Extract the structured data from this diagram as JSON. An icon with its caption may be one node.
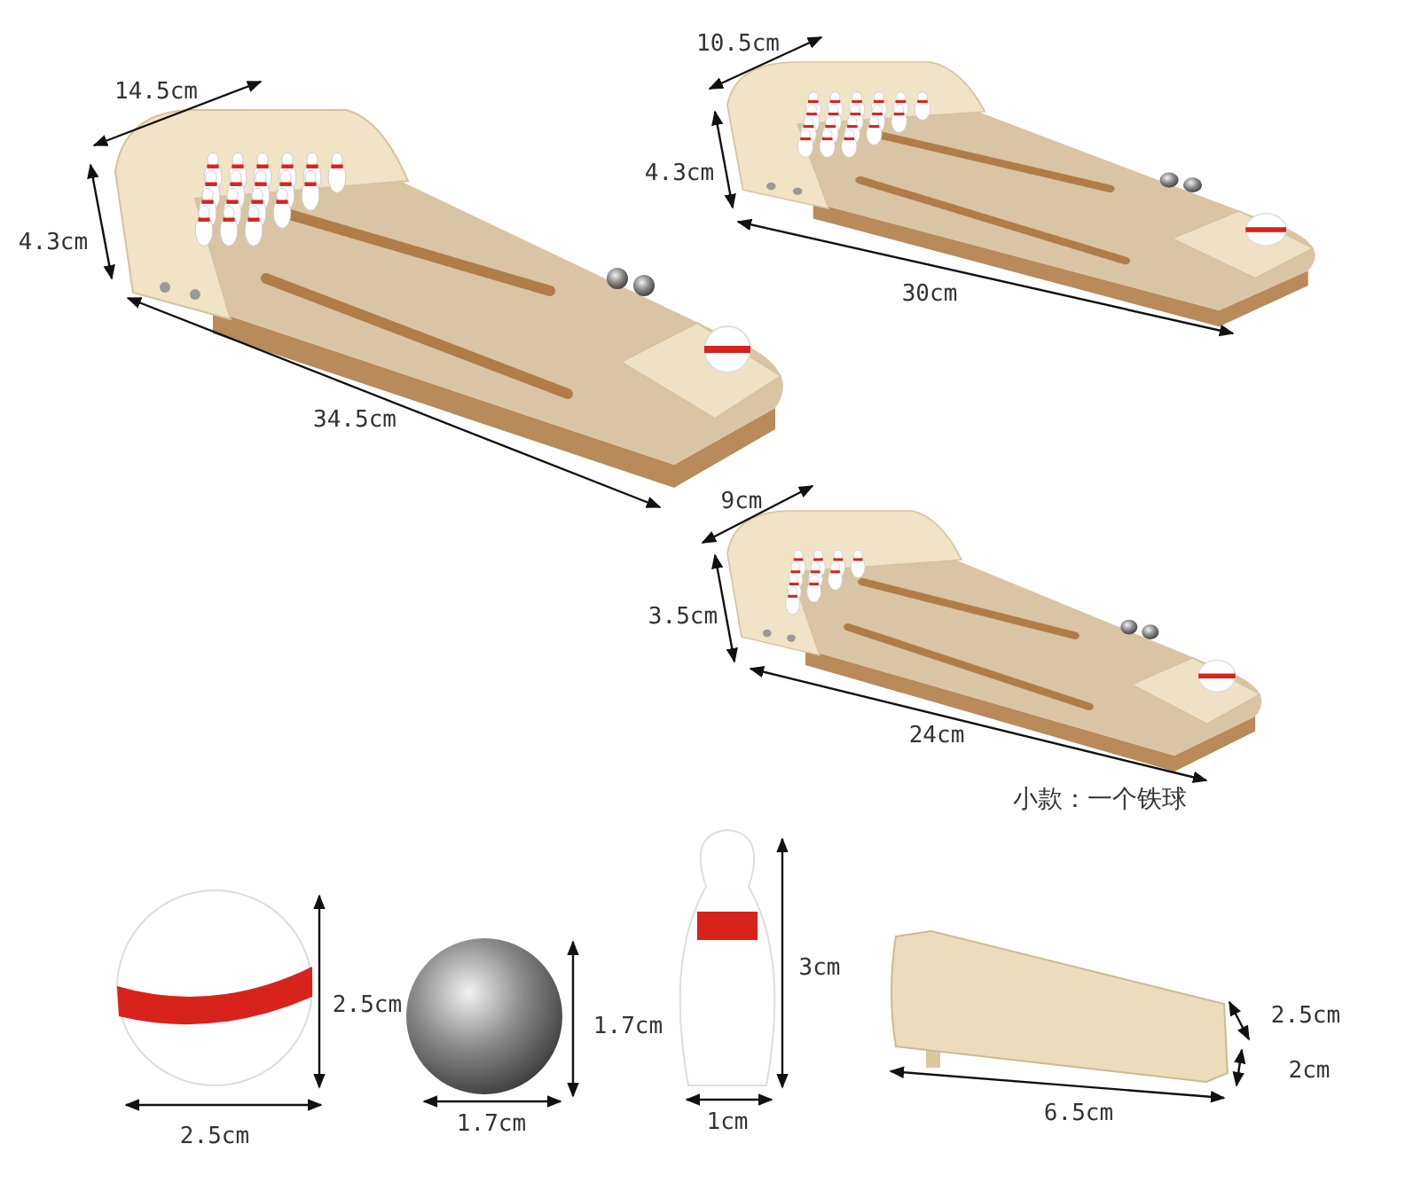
{
  "diagram": {
    "labels": [
      "10.5cm",
      "14.5cm",
      "4.3cm",
      "4.3cm",
      "30cm",
      "34.5cm",
      "9cm",
      "3.5cm",
      "24cm",
      "小款：一个铁球",
      "3cm",
      "2.5cm",
      "1.7cm",
      "2.5cm",
      "2cm",
      "6.5cm",
      "1cm",
      "1.7cm",
      "2.5cm"
    ]
  }
}
